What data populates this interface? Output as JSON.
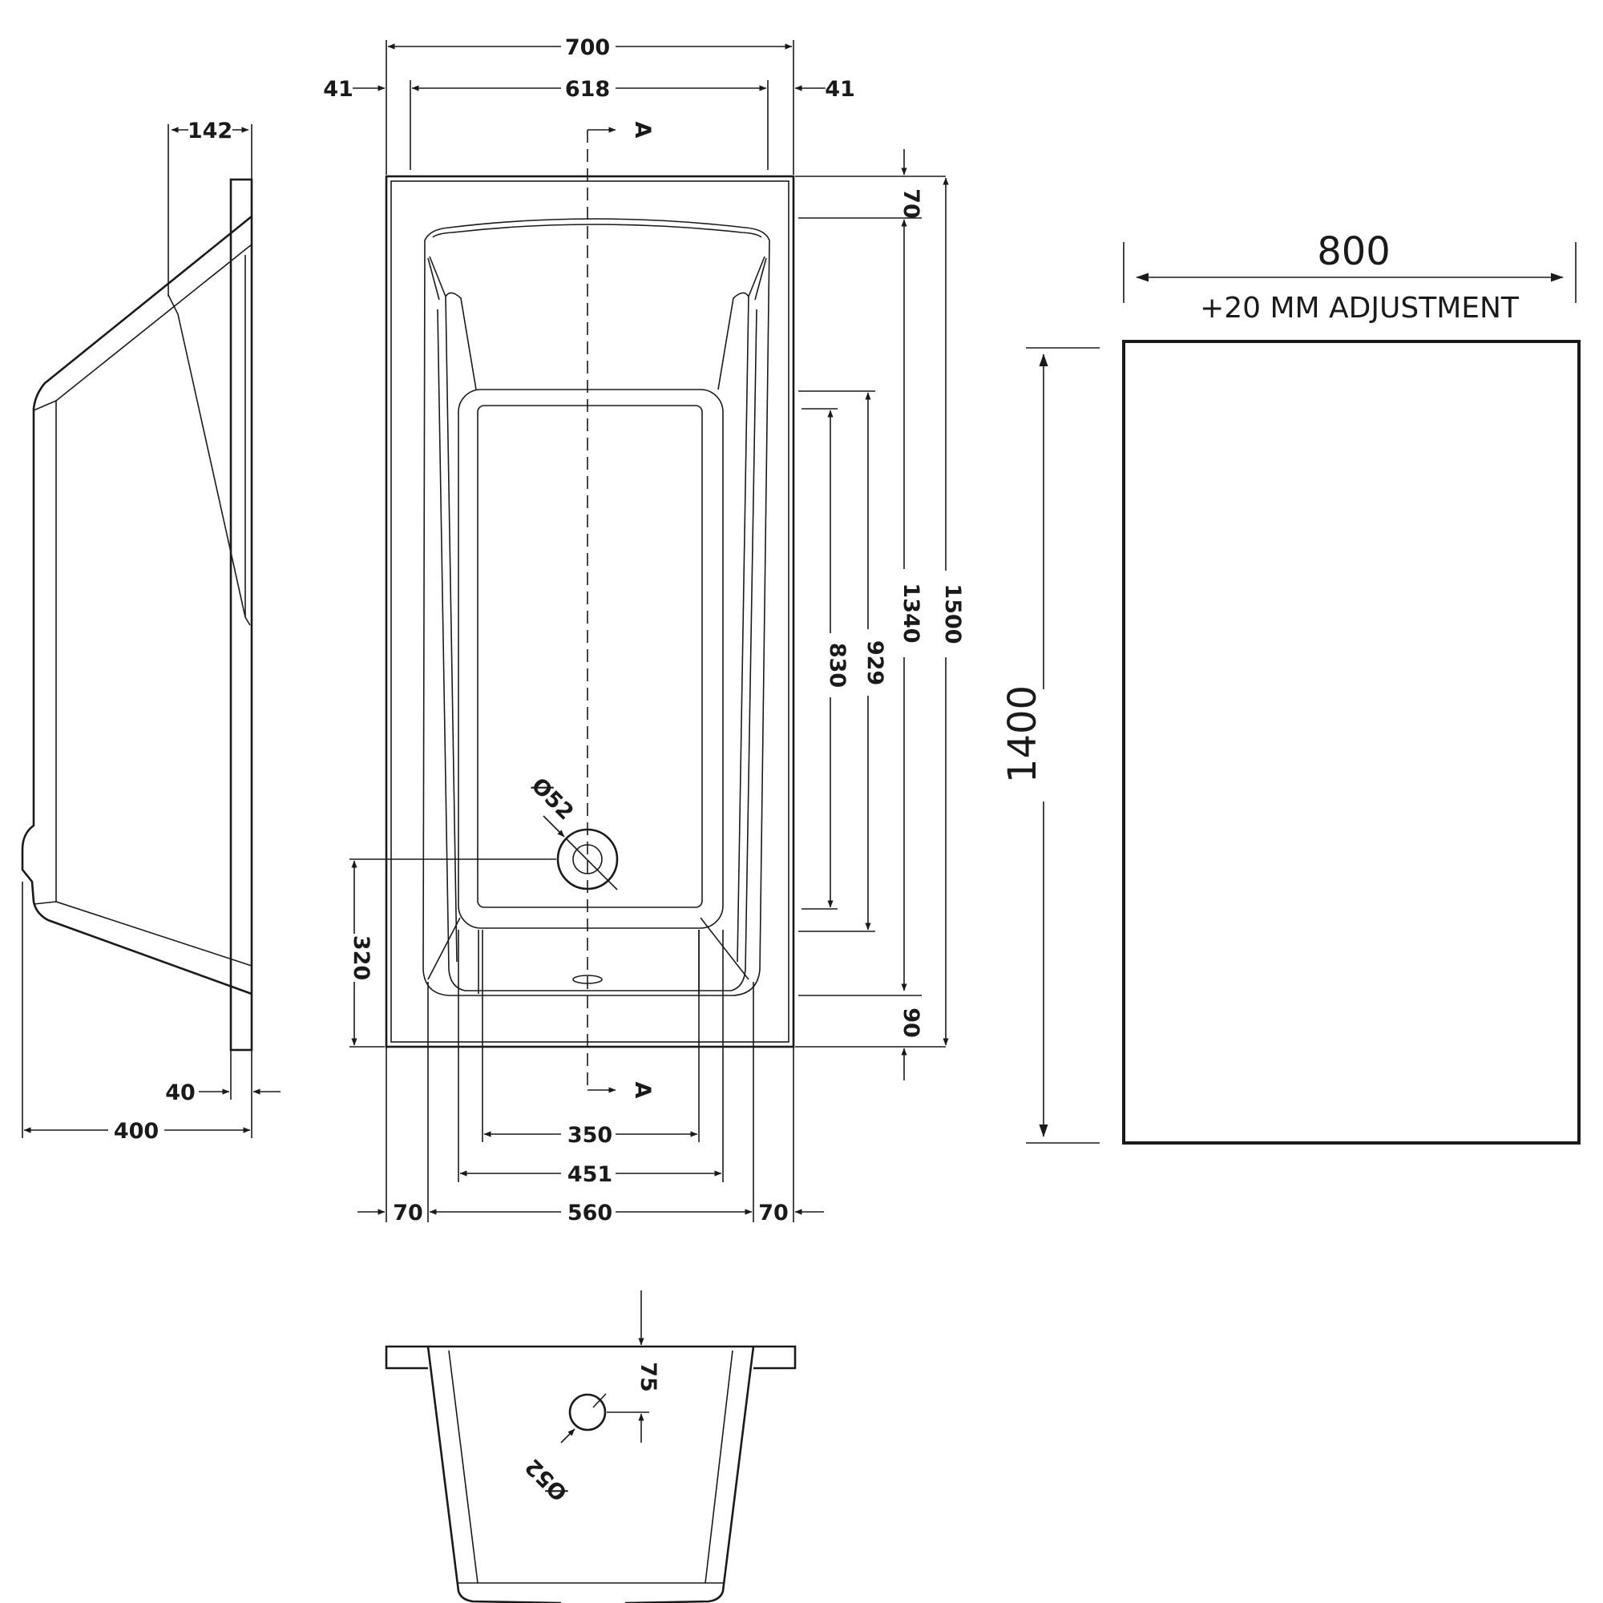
{
  "plan_view": {
    "dim_overall_width": "700",
    "dim_left_flange": "41",
    "dim_inner_width": "618",
    "dim_right_flange": "41",
    "section_mark": "A",
    "dim_head_rim": "70",
    "dim_inner_length": "1340",
    "dim_overall_length": "1500",
    "dim_base_length": "830",
    "dim_bowl_length": "929",
    "dim_waste_dia": "Ø52",
    "dim_waste_offset": "320",
    "dim_foot_rim": "90",
    "dim_base_width": "350",
    "dim_bowl_width": "451",
    "dim_left_rim": "70",
    "dim_inner_bottom_width": "560",
    "dim_right_rim": "70"
  },
  "side_view": {
    "dim_top_projection": "142",
    "dim_flange_thickness": "40",
    "dim_depth": "400"
  },
  "end_view": {
    "dim_overflow_offset": "75",
    "dim_overflow_dia": "Ø52"
  },
  "panel": {
    "width": "800",
    "adjustment": "+20 MM ADJUSTMENT",
    "height": "1400"
  }
}
